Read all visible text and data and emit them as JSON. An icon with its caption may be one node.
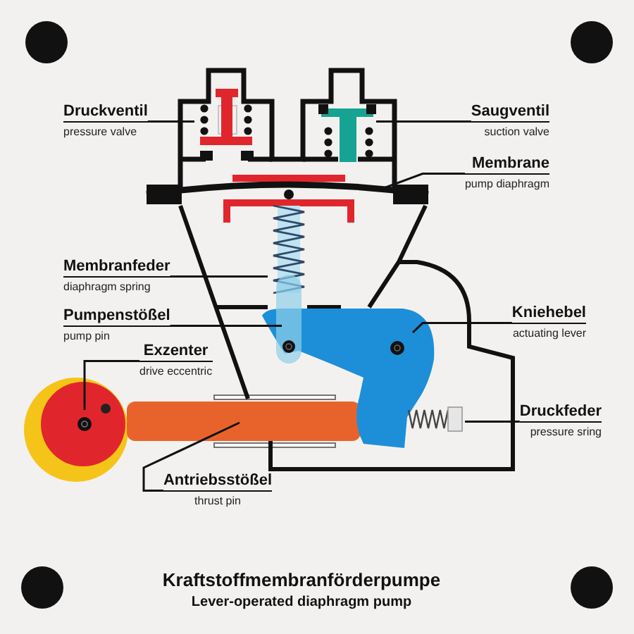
{
  "diagram": {
    "title": "Kraftstoffmembranförderpumpe",
    "nodes": [
      {
        "text": [
          "Druckventil",
          "pressure valve"
        ]
      },
      {
        "text": [
          "Saugventil",
          "suction valve"
        ]
      },
      {
        "text": [
          "Membrane",
          "pump diaphragm"
        ]
      },
      {
        "text": [
          "Membranfeder",
          "diaphragm spring"
        ]
      },
      {
        "text": [
          "Pumpenstößel",
          "pump pin"
        ]
      },
      {
        "text": [
          "Kniehebel",
          "actuating lever"
        ]
      },
      {
        "text": [
          "Exzenter",
          "drive eccentric"
        ]
      },
      {
        "text": [
          "Druckfeder",
          "pressure sring"
        ]
      },
      {
        "text": [
          "Antriebsstößel",
          "thrust pin"
        ]
      }
    ],
    "edges": [
      {
        "from": 0,
        "to": null,
        "arrow": "none"
      },
      {
        "from": 1,
        "to": null,
        "arrow": "none"
      },
      {
        "from": 2,
        "to": null,
        "arrow": "none"
      },
      {
        "from": 3,
        "to": null,
        "arrow": "none"
      },
      {
        "from": 4,
        "to": null,
        "arrow": "none"
      },
      {
        "from": 5,
        "to": null,
        "arrow": "none"
      },
      {
        "from": 6,
        "to": null,
        "arrow": "none"
      },
      {
        "from": 7,
        "to": null,
        "arrow": "none"
      },
      {
        "from": 8,
        "to": null,
        "arrow": "none"
      }
    ],
    "labels": [
      "Lever-operated diaphragm pump"
    ]
  }
}
